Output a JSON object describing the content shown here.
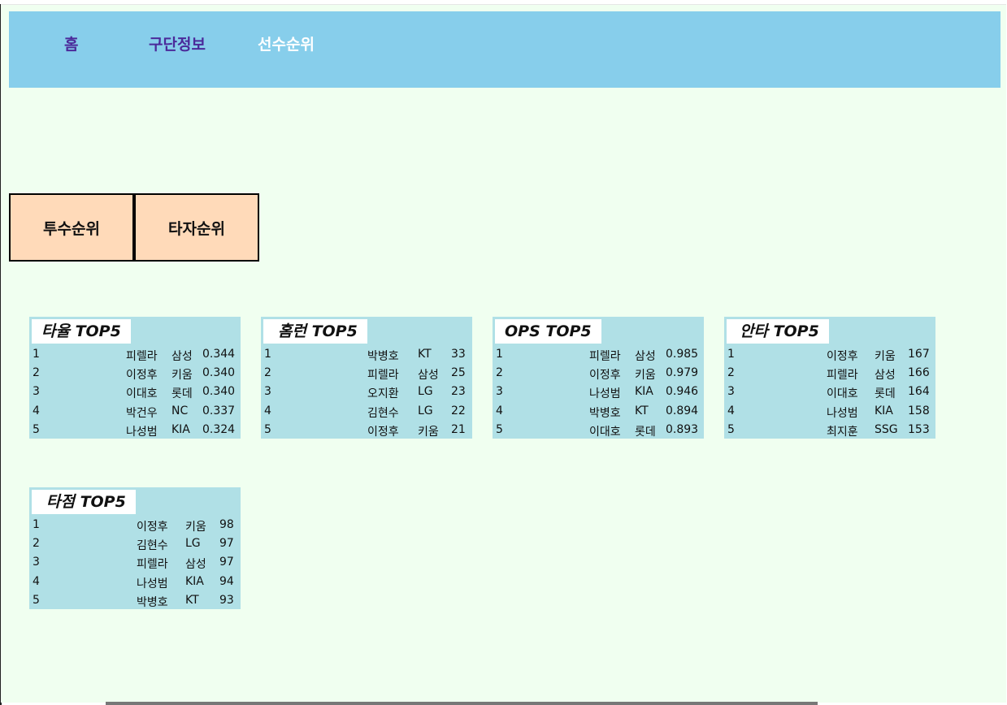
{
  "nav": {
    "home": "홈",
    "team_info": "구단정보",
    "player_rank": "선수순위"
  },
  "toggles": {
    "pitcher": "투수순위",
    "batter": "타자순위"
  },
  "cards": [
    {
      "title": "타율 TOP5",
      "rows": [
        {
          "rank": "1",
          "name": "피렐라",
          "team": "삼성",
          "value": "0.344"
        },
        {
          "rank": "2",
          "name": "이정후",
          "team": "키움",
          "value": "0.340"
        },
        {
          "rank": "3",
          "name": "이대호",
          "team": "롯데",
          "value": "0.340"
        },
        {
          "rank": "4",
          "name": "박건우",
          "team": "NC",
          "value": "0.337"
        },
        {
          "rank": "5",
          "name": "나성범",
          "team": "KIA",
          "value": "0.324"
        }
      ]
    },
    {
      "title": "홈런 TOP5",
      "rows": [
        {
          "rank": "1",
          "name": "박병호",
          "team": "KT",
          "value": "33"
        },
        {
          "rank": "2",
          "name": "피렐라",
          "team": "삼성",
          "value": "25"
        },
        {
          "rank": "3",
          "name": "오지환",
          "team": "LG",
          "value": "23"
        },
        {
          "rank": "4",
          "name": "김현수",
          "team": "LG",
          "value": "22"
        },
        {
          "rank": "5",
          "name": "이정후",
          "team": "키움",
          "value": "21"
        }
      ]
    },
    {
      "title": "OPS TOP5",
      "rows": [
        {
          "rank": "1",
          "name": "피렐라",
          "team": "삼성",
          "value": "0.985"
        },
        {
          "rank": "2",
          "name": "이정후",
          "team": "키움",
          "value": "0.979"
        },
        {
          "rank": "3",
          "name": "나성범",
          "team": "KIA",
          "value": "0.946"
        },
        {
          "rank": "4",
          "name": "박병호",
          "team": "KT",
          "value": "0.894"
        },
        {
          "rank": "5",
          "name": "이대호",
          "team": "롯데",
          "value": "0.893"
        }
      ]
    },
    {
      "title": "안타 TOP5",
      "rows": [
        {
          "rank": "1",
          "name": "이정후",
          "team": "키움",
          "value": "167"
        },
        {
          "rank": "2",
          "name": "피렐라",
          "team": "삼성",
          "value": "166"
        },
        {
          "rank": "3",
          "name": "이대호",
          "team": "롯데",
          "value": "164"
        },
        {
          "rank": "4",
          "name": "나성범",
          "team": "KIA",
          "value": "158"
        },
        {
          "rank": "5",
          "name": "최지훈",
          "team": "SSG",
          "value": "153"
        }
      ]
    },
    {
      "title": "타점 TOP5",
      "rows": [
        {
          "rank": "1",
          "name": "이정후",
          "team": "키움",
          "value": "98"
        },
        {
          "rank": "2",
          "name": "김현수",
          "team": "LG",
          "value": "97"
        },
        {
          "rank": "3",
          "name": "피렐라",
          "team": "삼성",
          "value": "97"
        },
        {
          "rank": "4",
          "name": "나성범",
          "team": "KIA",
          "value": "94"
        },
        {
          "rank": "5",
          "name": "박병호",
          "team": "KT",
          "value": "93"
        }
      ]
    }
  ]
}
